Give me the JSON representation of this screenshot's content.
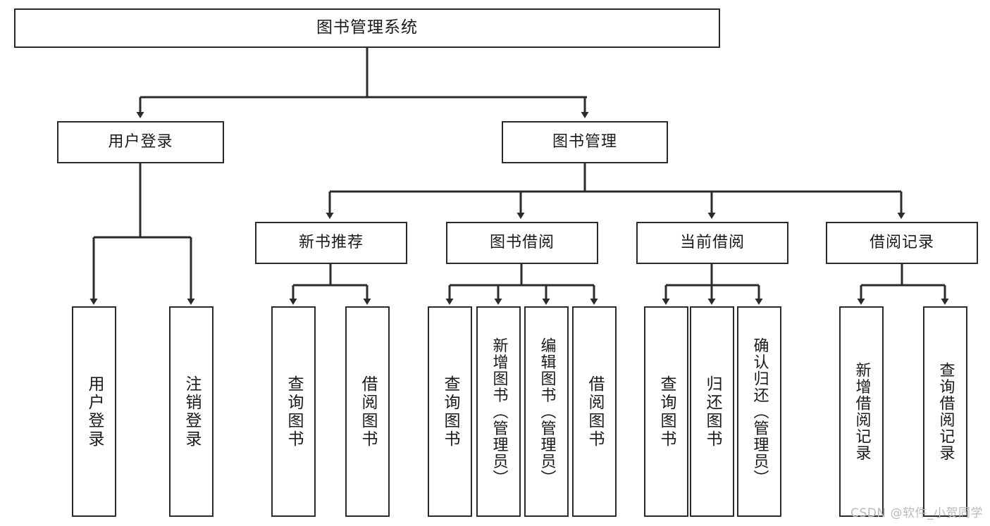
{
  "diagram": {
    "type": "tree-hierarchy-chart",
    "title": "图书管理系统",
    "root": {
      "id": "root",
      "label": "图书管理系统"
    },
    "level2": [
      {
        "id": "user-login",
        "label": "用户登录"
      },
      {
        "id": "book-management",
        "label": "图书管理"
      }
    ],
    "level3": [
      {
        "id": "new-book-recommend",
        "label": "新书推荐"
      },
      {
        "id": "book-borrow",
        "label": "图书借阅"
      },
      {
        "id": "current-borrow",
        "label": "当前借阅"
      },
      {
        "id": "borrow-record",
        "label": "借阅记录"
      }
    ],
    "leaves": {
      "user_login": [
        {
          "id": "leaf-user-login",
          "label": "用户登录"
        },
        {
          "id": "leaf-user-logout",
          "label": "注销登录"
        }
      ],
      "new_book_recommend": [
        {
          "id": "leaf-query-book-1",
          "label": "查询图书"
        },
        {
          "id": "leaf-borrow-book-1",
          "label": "借阅图书"
        }
      ],
      "book_borrow": [
        {
          "id": "leaf-query-book-2",
          "label": "查询图书"
        },
        {
          "id": "leaf-add-book",
          "label": "新增图书（管理员）"
        },
        {
          "id": "leaf-edit-book",
          "label": "编辑图书（管理员）"
        },
        {
          "id": "leaf-borrow-book-2",
          "label": "借阅图书"
        }
      ],
      "current_borrow": [
        {
          "id": "leaf-query-book-3",
          "label": "查询图书"
        },
        {
          "id": "leaf-return-book",
          "label": "归还图书"
        },
        {
          "id": "leaf-confirm-return",
          "label": "确认归还（管理员）"
        }
      ],
      "borrow_record": [
        {
          "id": "leaf-add-record",
          "label": "新增借阅记录"
        },
        {
          "id": "leaf-query-record",
          "label": "查询借阅记录"
        }
      ]
    }
  },
  "watermark": {
    "text": "CSDN @软件_小贺同学"
  },
  "colors": {
    "background": "#ffffff",
    "box_border": "#2b2b2b",
    "box_fill": "#ffffff",
    "connector": "#2b2b2b",
    "text": "#1a1a1a",
    "watermark": "#b9b9b9"
  }
}
